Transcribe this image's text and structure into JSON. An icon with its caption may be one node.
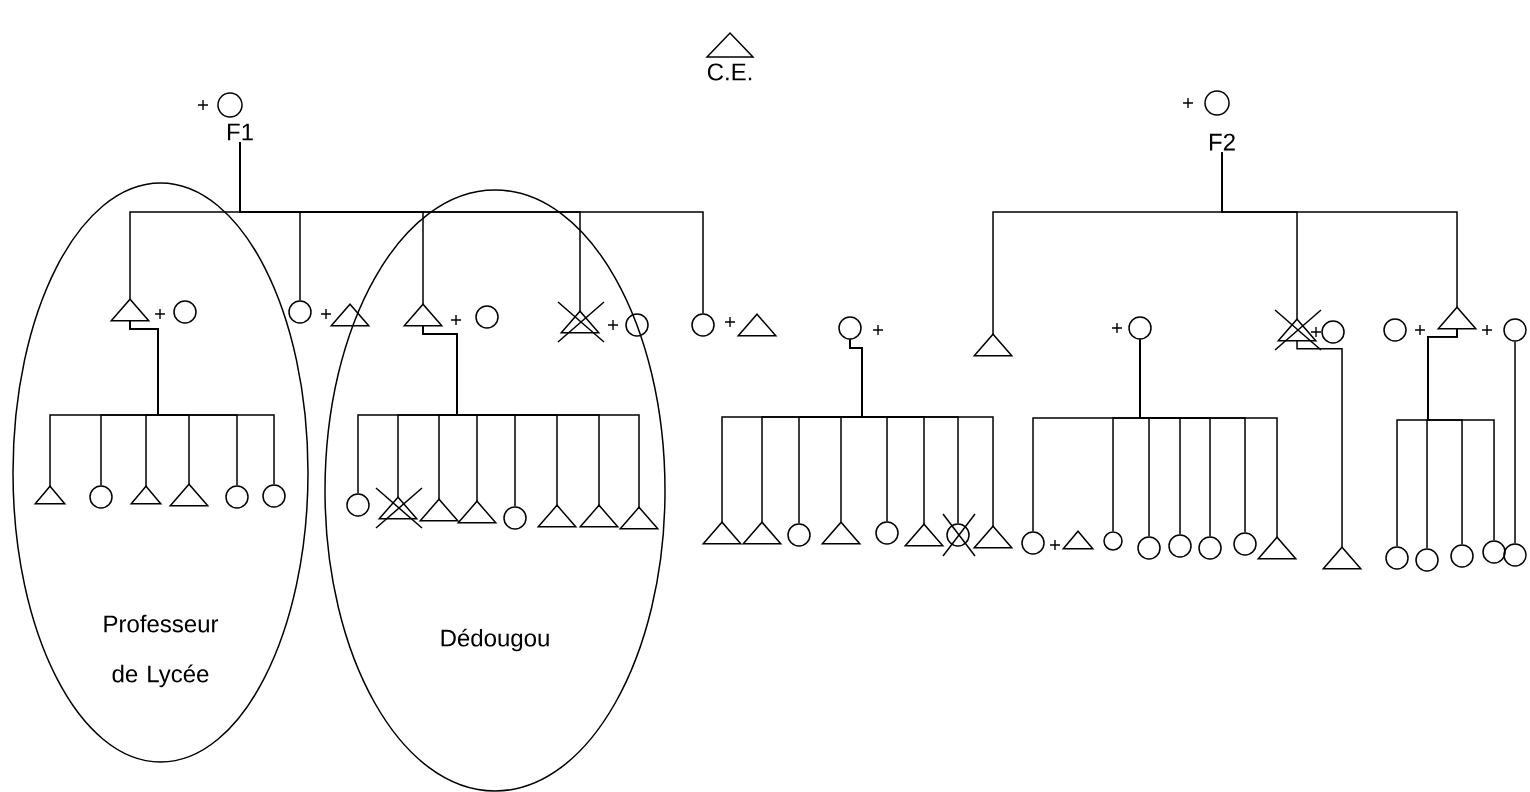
{
  "diagram": {
    "nodes": [
      {
        "text": [
          "Professeur de Lycée"
        ]
      },
      {
        "text": [
          "Dédougou"
        ]
      },
      {
        "text": [
          "C.E."
        ]
      },
      {
        "text": [
          "F1"
        ]
      },
      {
        "text": [
          "F2"
        ]
      },
      {
        "text": [],
        "shape": "triangle",
        "in": 0
      },
      {
        "text": [],
        "shape": "circle",
        "in": 0
      },
      {
        "text": [],
        "shape": "circle"
      },
      {
        "text": [],
        "shape": "triangle"
      },
      {
        "text": [],
        "shape": "triangle",
        "in": 1
      },
      {
        "text": [],
        "shape": "circle",
        "in": 1
      },
      {
        "text": [],
        "shape": "triangle",
        "in": 1
      },
      {
        "text": [],
        "shape": "circle",
        "in": 1
      },
      {
        "text": [],
        "shape": "circle"
      },
      {
        "text": [],
        "shape": "triangle"
      },
      {
        "text": [],
        "shape": "circle"
      },
      {
        "text": [],
        "shape": "triangle"
      },
      {
        "text": [],
        "shape": "circle"
      },
      {
        "text": [],
        "shape": "triangle"
      },
      {
        "text": [],
        "shape": "circle"
      },
      {
        "text": [],
        "shape": "circle"
      },
      {
        "text": [],
        "shape": "triangle"
      },
      {
        "text": [],
        "shape": "circle"
      },
      {
        "text": [],
        "shape": "triangle",
        "in": 0
      },
      {
        "text": [],
        "shape": "circle",
        "in": 0
      },
      {
        "text": [],
        "shape": "triangle",
        "in": 0
      },
      {
        "text": [],
        "shape": "triangle",
        "in": 0
      },
      {
        "text": [],
        "shape": "circle",
        "in": 0
      },
      {
        "text": [],
        "shape": "circle",
        "in": 0
      },
      {
        "text": [],
        "shape": "circle",
        "in": 1
      },
      {
        "text": [],
        "shape": "triangle",
        "in": 1
      },
      {
        "text": [],
        "shape": "triangle",
        "in": 1
      },
      {
        "text": [],
        "shape": "triangle",
        "in": 1
      },
      {
        "text": [],
        "shape": "circle",
        "in": 1
      },
      {
        "text": [],
        "shape": "triangle",
        "in": 1
      },
      {
        "text": [],
        "shape": "triangle",
        "in": 1
      },
      {
        "text": [],
        "shape": "triangle",
        "in": 1
      },
      {
        "text": [],
        "shape": "triangle"
      },
      {
        "text": [],
        "shape": "triangle"
      },
      {
        "text": [],
        "shape": "circle"
      },
      {
        "text": [],
        "shape": "triangle"
      },
      {
        "text": [],
        "shape": "circle"
      },
      {
        "text": [],
        "shape": "triangle"
      },
      {
        "text": [],
        "shape": "circle"
      },
      {
        "text": [],
        "shape": "triangle"
      },
      {
        "text": [],
        "shape": "circle"
      },
      {
        "text": [],
        "shape": "triangle"
      },
      {
        "text": [],
        "shape": "circle"
      },
      {
        "text": [],
        "shape": "circle"
      },
      {
        "text": [],
        "shape": "circle"
      },
      {
        "text": [],
        "shape": "circle"
      },
      {
        "text": [],
        "shape": "circle"
      },
      {
        "text": [],
        "shape": "triangle"
      },
      {
        "text": [],
        "shape": "triangle"
      },
      {
        "text": [],
        "shape": "circle"
      },
      {
        "text": [],
        "shape": "circle"
      },
      {
        "text": [],
        "shape": "circle"
      },
      {
        "text": [],
        "shape": "circle"
      },
      {
        "text": [],
        "shape": "circle"
      }
    ],
    "edges": [
      {
        "from": 3,
        "to": 5,
        "arrow": "none"
      },
      {
        "from": 3,
        "to": 7,
        "arrow": "none"
      },
      {
        "from": 3,
        "to": 9,
        "arrow": "none"
      },
      {
        "from": 3,
        "to": 11,
        "arrow": "none"
      },
      {
        "from": 3,
        "to": 13,
        "arrow": "none"
      },
      {
        "from": 4,
        "to": 16,
        "arrow": "none"
      },
      {
        "from": 4,
        "to": 18,
        "arrow": "none"
      },
      {
        "from": 4,
        "to": 21,
        "arrow": "none"
      },
      {
        "from": 5,
        "to": 23,
        "arrow": "none"
      },
      {
        "from": 5,
        "to": 24,
        "arrow": "none"
      },
      {
        "from": 5,
        "to": 25,
        "arrow": "none"
      },
      {
        "from": 5,
        "to": 26,
        "arrow": "none"
      },
      {
        "from": 5,
        "to": 27,
        "arrow": "none"
      },
      {
        "from": 5,
        "to": 28,
        "arrow": "none"
      },
      {
        "from": 9,
        "to": 29,
        "arrow": "none"
      },
      {
        "from": 9,
        "to": 30,
        "arrow": "none"
      },
      {
        "from": 9,
        "to": 31,
        "arrow": "none"
      },
      {
        "from": 9,
        "to": 32,
        "arrow": "none"
      },
      {
        "from": 9,
        "to": 33,
        "arrow": "none"
      },
      {
        "from": 9,
        "to": 34,
        "arrow": "none"
      },
      {
        "from": 9,
        "to": 35,
        "arrow": "none"
      },
      {
        "from": 9,
        "to": 36,
        "arrow": "none"
      },
      {
        "from": 15,
        "to": 37,
        "arrow": "none"
      },
      {
        "from": 15,
        "to": 38,
        "arrow": "none"
      },
      {
        "from": 15,
        "to": 39,
        "arrow": "none"
      },
      {
        "from": 15,
        "to": 40,
        "arrow": "none"
      },
      {
        "from": 15,
        "to": 41,
        "arrow": "none"
      },
      {
        "from": 15,
        "to": 42,
        "arrow": "none"
      },
      {
        "from": 15,
        "to": 43,
        "arrow": "none"
      },
      {
        "from": 15,
        "to": 44,
        "arrow": "none"
      },
      {
        "from": 17,
        "to": 45,
        "arrow": "none"
      },
      {
        "from": 17,
        "to": 47,
        "arrow": "none"
      },
      {
        "from": 17,
        "to": 48,
        "arrow": "none"
      },
      {
        "from": 17,
        "to": 49,
        "arrow": "none"
      },
      {
        "from": 17,
        "to": 50,
        "arrow": "none"
      },
      {
        "from": 17,
        "to": 51,
        "arrow": "none"
      },
      {
        "from": 17,
        "to": 52,
        "arrow": "none"
      },
      {
        "from": 18,
        "to": 53,
        "arrow": "none"
      },
      {
        "from": 21,
        "to": 54,
        "arrow": "none"
      },
      {
        "from": 21,
        "to": 55,
        "arrow": "none"
      },
      {
        "from": 21,
        "to": 56,
        "arrow": "none"
      },
      {
        "from": 21,
        "to": 57,
        "arrow": "none"
      },
      {
        "from": 22,
        "to": 58,
        "arrow": "none"
      }
    ]
  }
}
